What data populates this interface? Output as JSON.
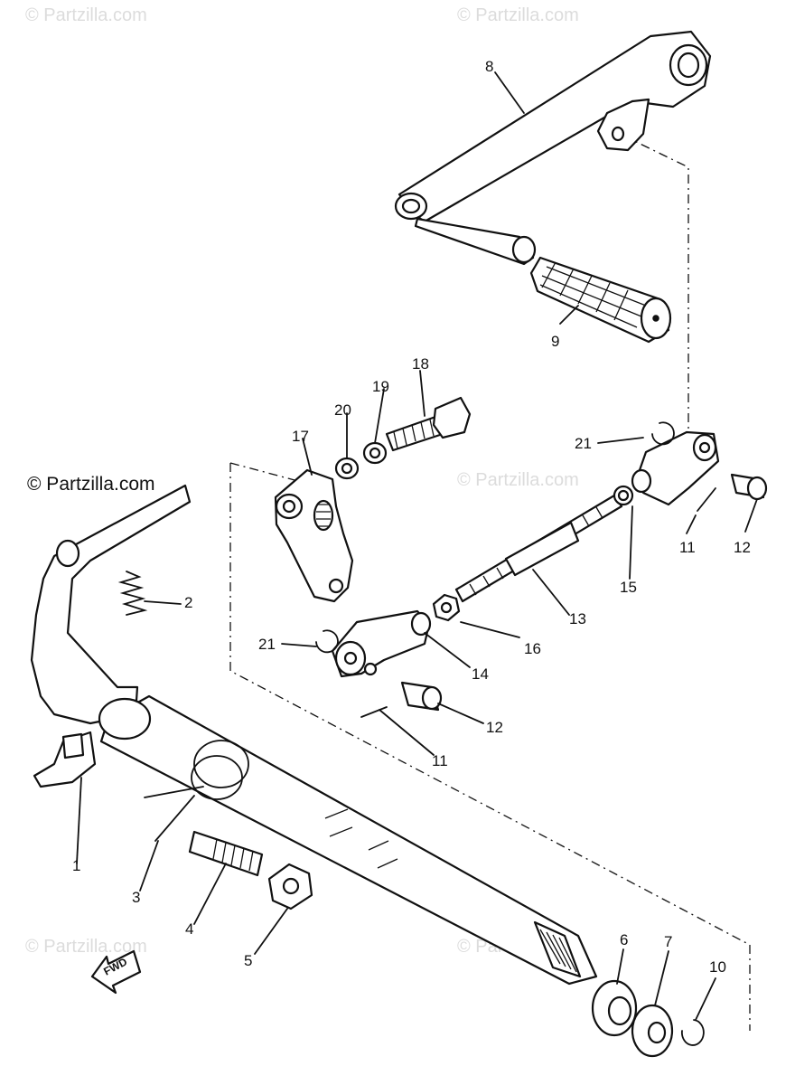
{
  "watermarks": {
    "top_left": "© Partzilla.com",
    "top_right": "© Partzilla.com",
    "middle_left": "© Partzilla.com",
    "middle_right": "© Partzilla.com",
    "bottom_left": "© Partzilla.com",
    "bottom_right": "© Partzilla.com"
  },
  "fwd_arrow": {
    "text": "FWD"
  },
  "callouts": {
    "c1": "1",
    "c2": "2",
    "c3": "3",
    "c4": "4",
    "c5": "5",
    "c6": "6",
    "c7": "7",
    "c8": "8",
    "c9": "9",
    "c10": "10",
    "c11a": "11",
    "c11b": "11",
    "c12a": "12",
    "c12b": "12",
    "c13": "13",
    "c14": "14",
    "c15": "15",
    "c16": "16",
    "c17": "17",
    "c18": "18",
    "c19": "19",
    "c20": "20",
    "c21a": "21",
    "c21b": "21"
  }
}
